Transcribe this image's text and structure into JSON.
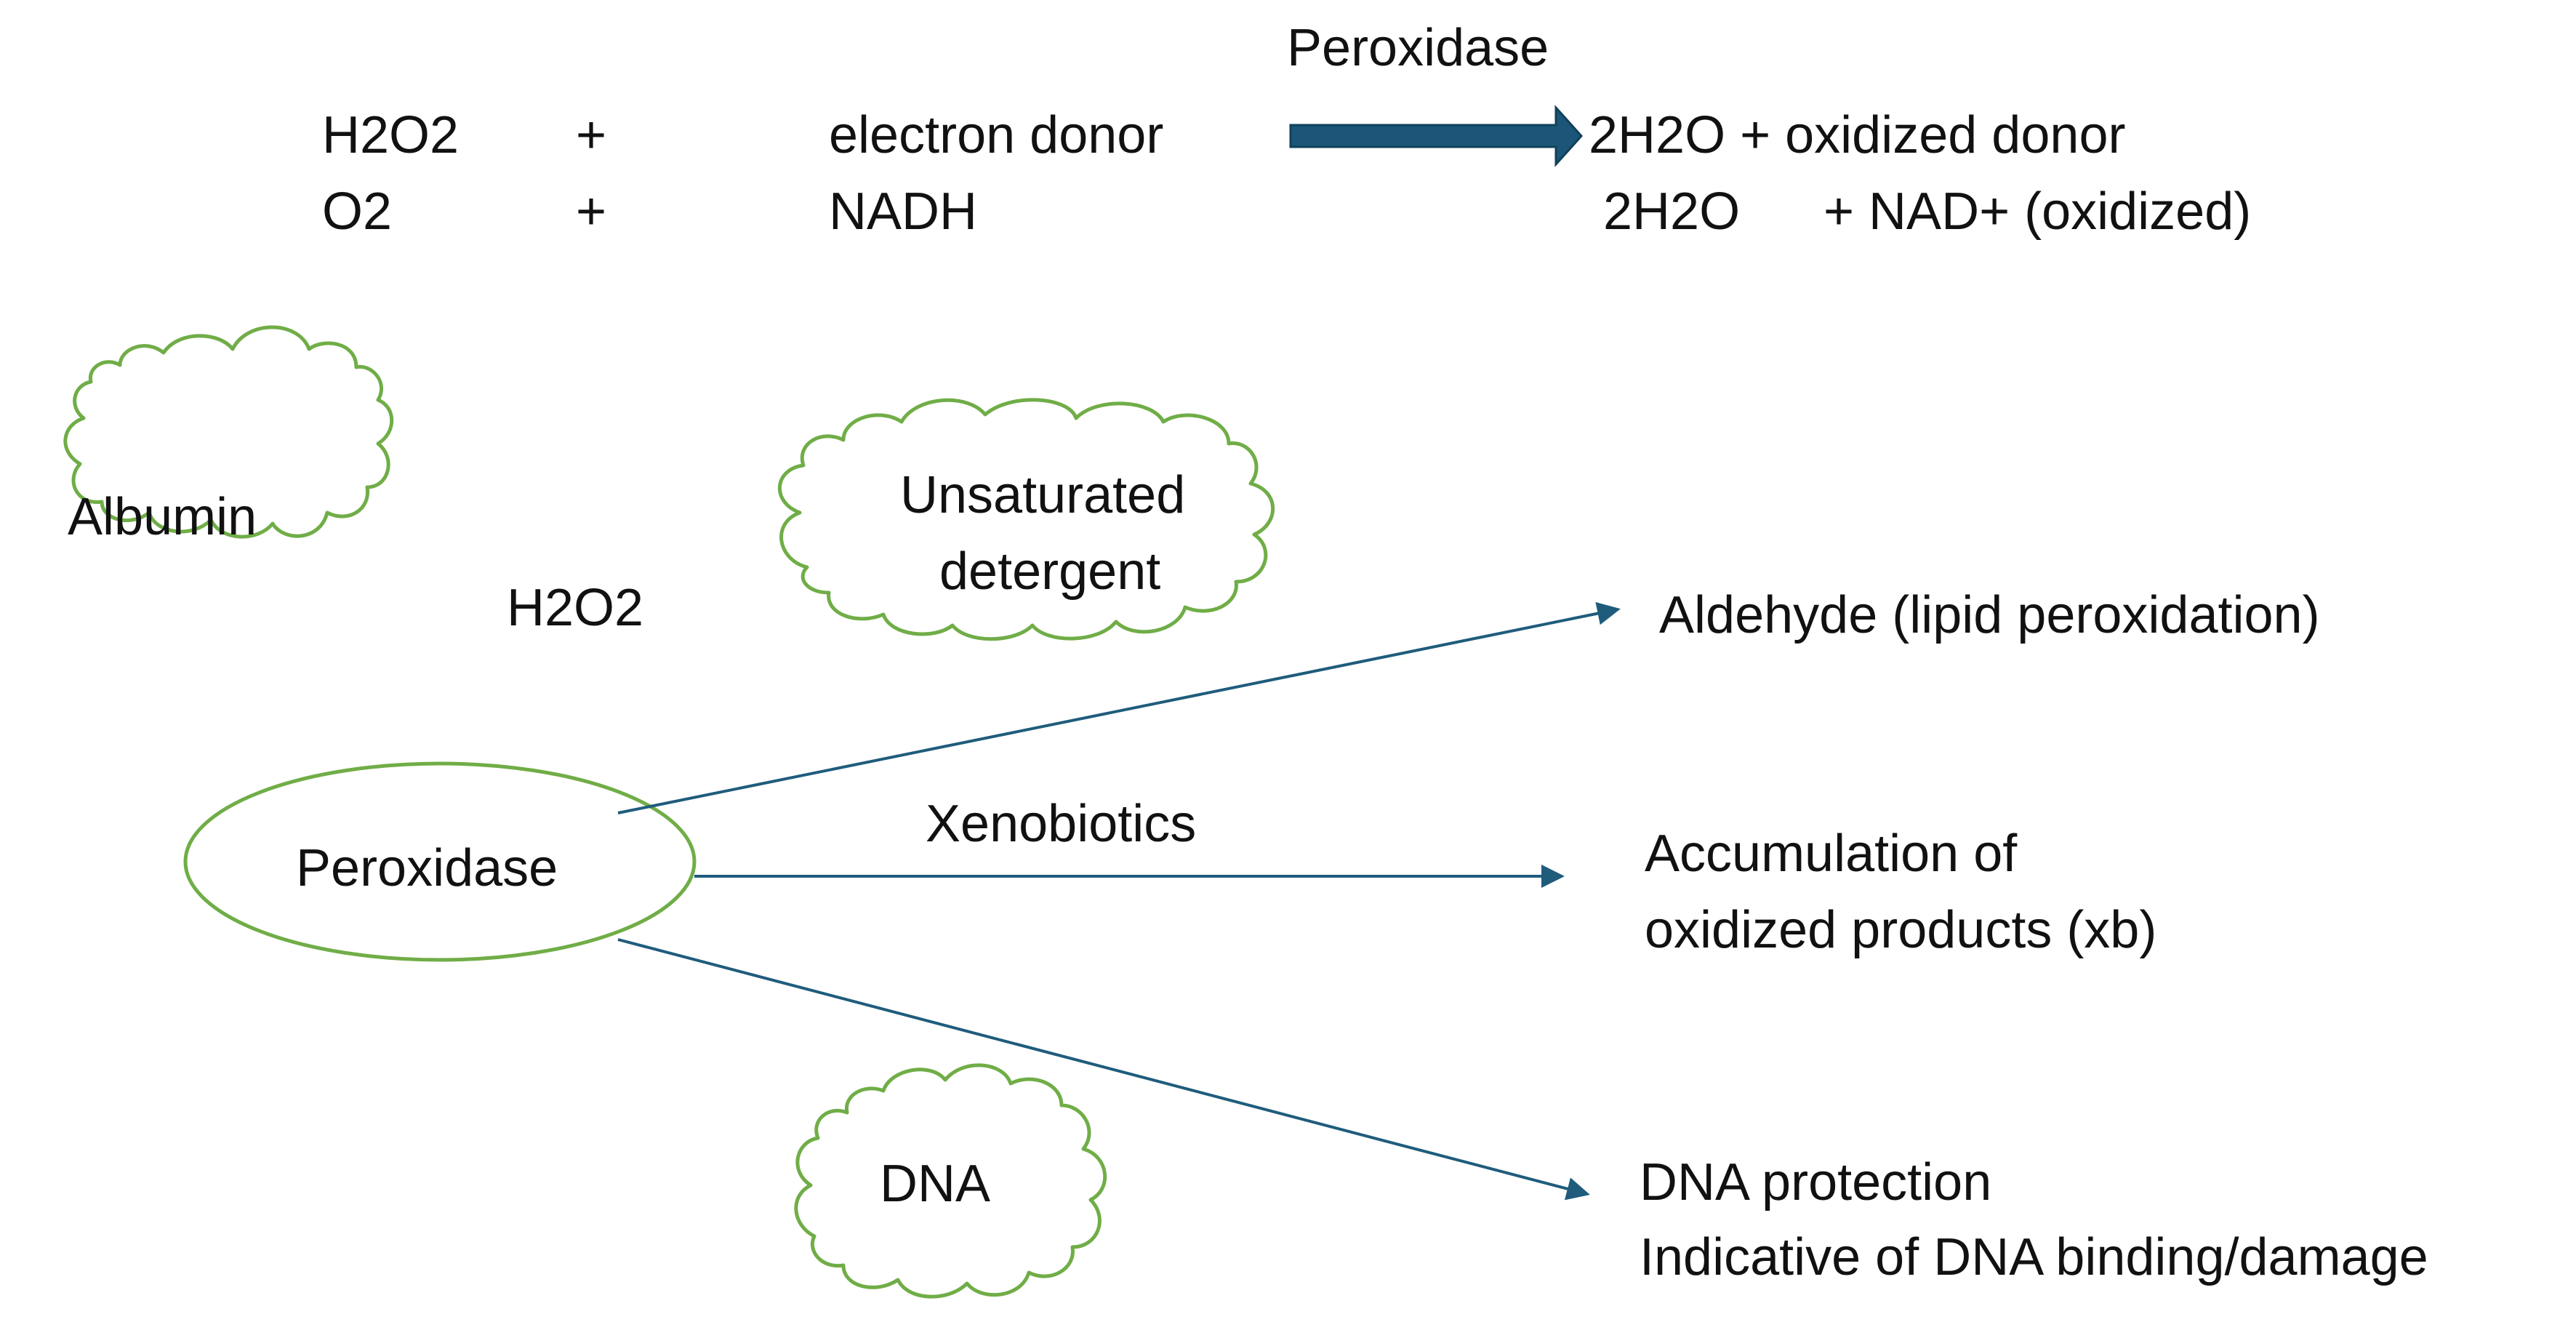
{
  "reaction": {
    "enzyme_label": "Peroxidase",
    "row1": {
      "reactant": "H2O2",
      "plus": "+",
      "donor": "electron donor",
      "product": "2H2O + oxidized donor"
    },
    "row2": {
      "reactant": "O2",
      "plus": "+",
      "donor": "NADH",
      "product_water": "2H2O",
      "product_nad": "+ NAD+ (oxidized)"
    }
  },
  "diagram": {
    "clouds": {
      "albumin": "Albumin",
      "detergent_line1": "Unsaturated",
      "detergent_line2": "detergent",
      "dna": "DNA"
    },
    "h2o2_label": "H2O2",
    "center_node": "Peroxidase",
    "xenobiotics_label": "Xenobiotics",
    "outcomes": {
      "aldehyde": "Aldehyde (lipid peroxidation)",
      "accumulation_line1": "Accumulation of",
      "accumulation_line2": "oxidized products (xb)",
      "dna_line1": "DNA protection",
      "dna_line2": "Indicative of DNA binding/damage"
    }
  },
  "colors": {
    "cloud_stroke": "#70ad47",
    "arrow": "#1f5c7c",
    "block_arrow": "#1b5678",
    "text": "#111111"
  }
}
